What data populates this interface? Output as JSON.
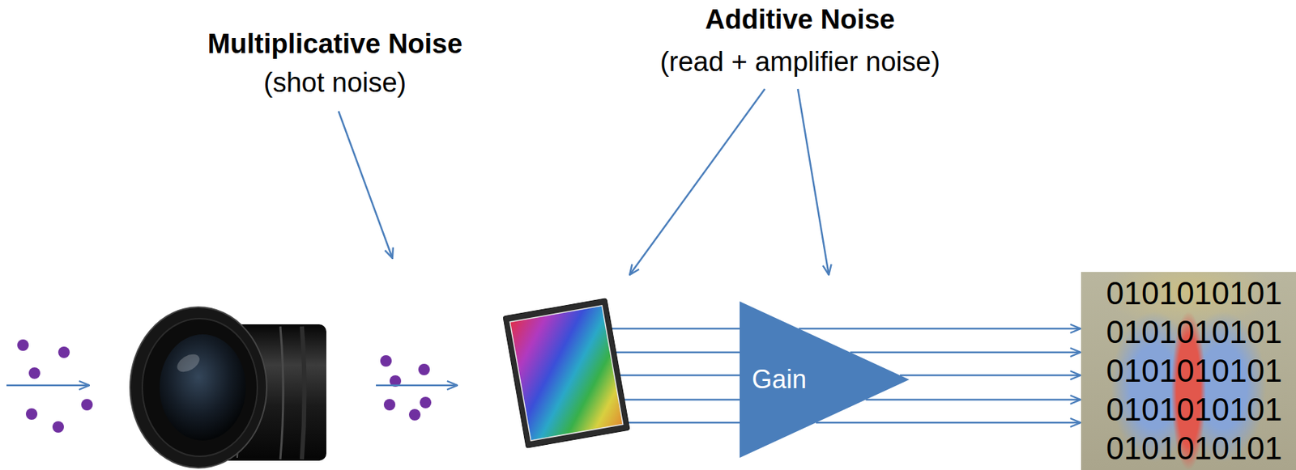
{
  "diagram": {
    "nodes": [
      {
        "text": [
          "Gain"
        ]
      },
      {
        "text": [
          "0101010101 0101010101 0101010101 0101010101 0101010101"
        ]
      }
    ],
    "edges": [
      {
        "from": 0,
        "to": 1,
        "arrow": "to"
      },
      {
        "from": 0,
        "to": 1,
        "arrow": "to"
      },
      {
        "from": 0,
        "to": 1,
        "arrow": "to"
      },
      {
        "from": 0,
        "to": 1,
        "arrow": "to"
      },
      {
        "from": 0,
        "to": 1,
        "arrow": "to"
      }
    ],
    "labels": [
      "Multiplicative Noise",
      "(shot noise)",
      "Additive Noise",
      "(read + amplifier noise)"
    ]
  }
}
